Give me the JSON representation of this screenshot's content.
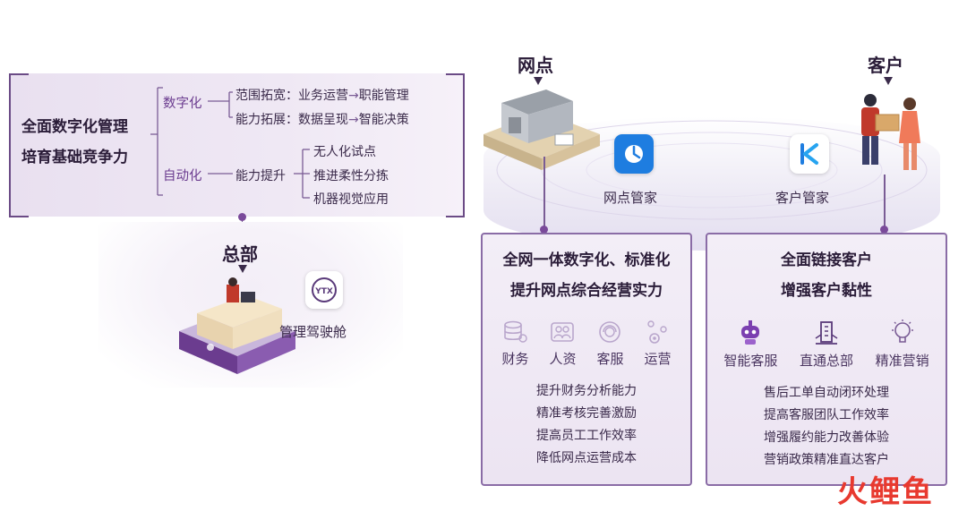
{
  "hq_panel": {
    "title_line1": "全面数字化管理",
    "title_line2": "培育基础竞争力",
    "digital": {
      "label": "数字化",
      "item1": "范围拓宽：业务运营",
      "item1_target": "职能管理",
      "item2": "能力拓展：数据呈现",
      "item2_target": "智能决策"
    },
    "automation": {
      "label": "自动化",
      "middle": "能力提升",
      "items": [
        "无人化试点",
        "推进柔性分拣",
        "机器视觉应用"
      ]
    }
  },
  "hq": {
    "label": "总部",
    "app_label": "管理驾驶舱"
  },
  "outlet": {
    "label": "网点",
    "app_label": "网点管家",
    "card_title_line1": "全网一体数字化、标准化",
    "card_title_line2": "提升网点综合经营实力",
    "icons": [
      "财务",
      "人资",
      "客服",
      "运营"
    ],
    "features": [
      "提升财务分析能力",
      "精准考核完善激励",
      "提高员工工作效率",
      "降低网点运营成本"
    ]
  },
  "customer": {
    "label": "客户",
    "app_label": "客户管家",
    "card_title_line1": "全面链接客户",
    "card_title_line2": "增强客户黏性",
    "icons": [
      "智能客服",
      "直通总部",
      "精准营销"
    ],
    "features": [
      "售后工单自动闭环处理",
      "提高客服团队工作效率",
      "增强履约能力改善体验",
      "营销政策精准直达客户"
    ]
  },
  "watermark": {
    "text": "火鲤鱼"
  },
  "colors": {
    "accent": "#6b3c8f",
    "card_border": "#8a6ca6",
    "panel_bg": "#ece4f2",
    "outlet_app_blue": "#1e7de0",
    "watermark_red": "#e8392f",
    "watermark_blue": "#2a5fb0"
  }
}
